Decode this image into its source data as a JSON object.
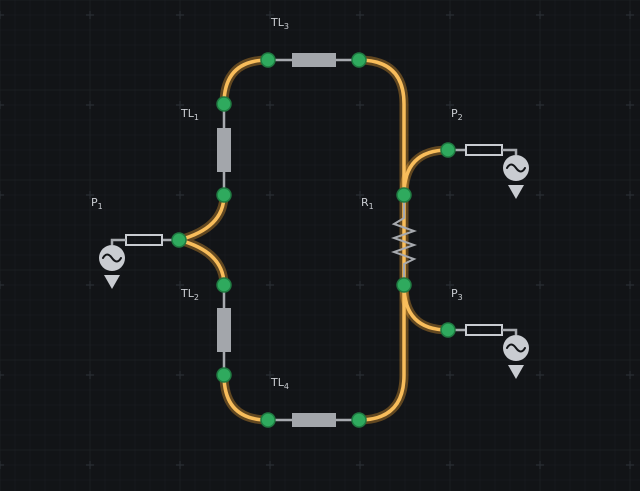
{
  "components": {
    "TL1": {
      "name": "TL",
      "sub": "1"
    },
    "TL2": {
      "name": "TL",
      "sub": "2"
    },
    "TL3": {
      "name": "TL",
      "sub": "3"
    },
    "TL4": {
      "name": "TL",
      "sub": "4"
    },
    "R1": {
      "name": "R",
      "sub": "1"
    },
    "P1": {
      "name": "P",
      "sub": "1"
    },
    "P2": {
      "name": "P",
      "sub": "2"
    },
    "P3": {
      "name": "P",
      "sub": "3"
    }
  },
  "colors": {
    "background": "#121417",
    "trace": "#f8bd5b",
    "node": "#2faa5e",
    "component": "#a3a6ab"
  }
}
